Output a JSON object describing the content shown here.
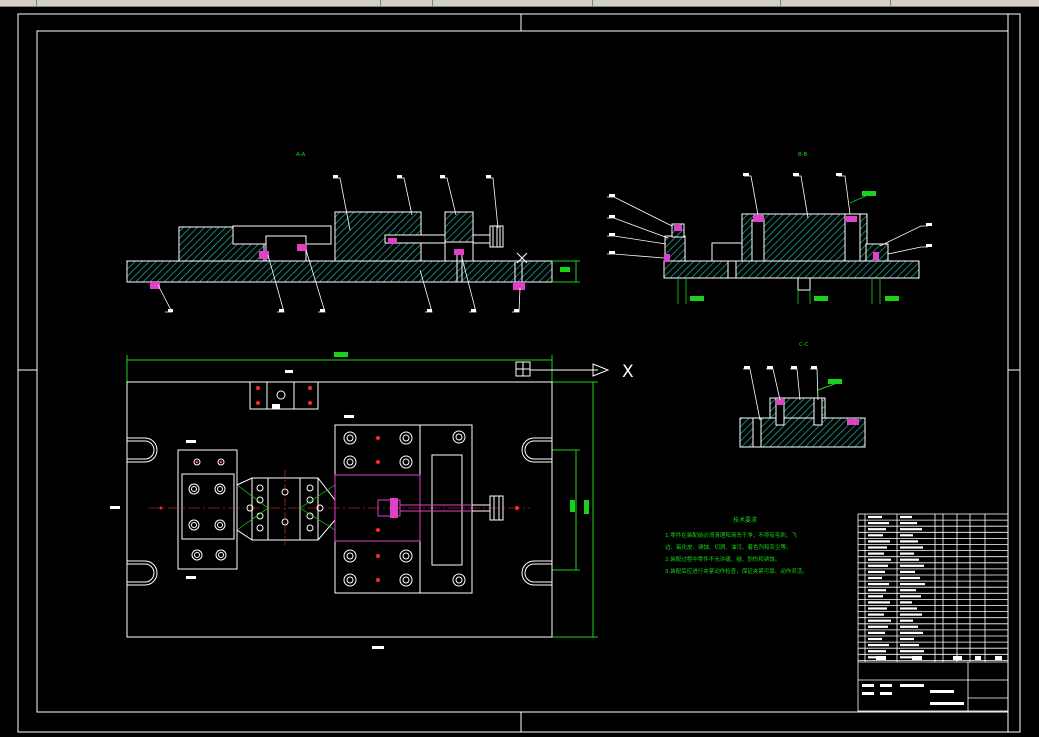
{
  "drawing": {
    "section_labels": {
      "aa": "A-A",
      "bb": "B-B",
      "cc": "C-C"
    },
    "axis_marker": "X",
    "notes": {
      "title": "技术要求",
      "lines": [
        "1.零件在装配前必须清理和清洗干净，不得有毛刺、飞",
        "边、氧化皮、锈蚀、切屑、油污、着色剂和灰尘等。",
        "2.装配过程中零件不允许磕、碰、划伤和锈蚀。",
        "3.装配后应进行夹紧动作检查，保证夹紧可靠、动作灵活。"
      ]
    }
  },
  "colors": {
    "background": "#000000",
    "line": "#ffffff",
    "hatch": "#1fb3a5",
    "dimension": "#19d219",
    "accent_magenta": "#e040c8",
    "accent_red": "#ff2a2a"
  }
}
